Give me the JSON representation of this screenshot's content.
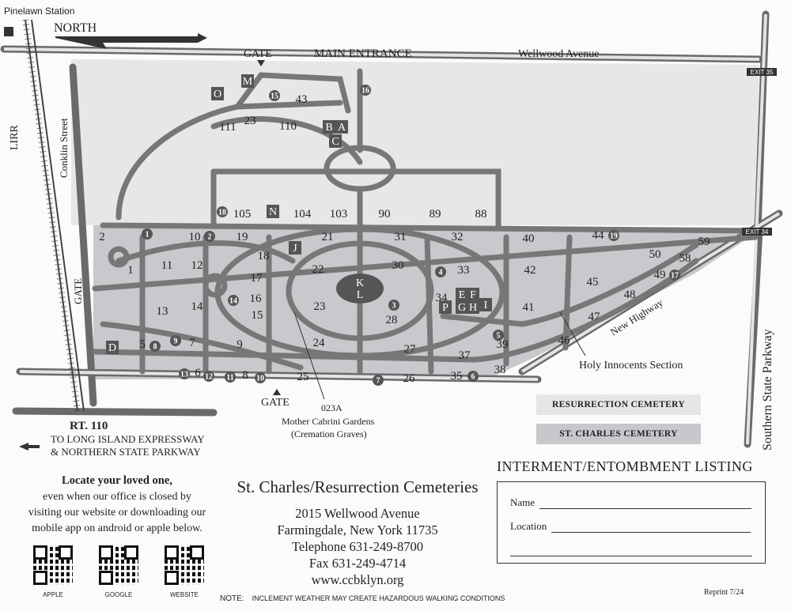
{
  "title": "St. Charles/Resurrection Cemeteries",
  "address": {
    "street": "2015 Wellwood Avenue",
    "city": "Farmingdale, New York 11735",
    "telephone": "Telephone 631-249-8700",
    "fax": "Fax 631-249-4714",
    "website": "www.ccbklyn.org"
  },
  "locate": {
    "heading": "Locate your loved one,",
    "line1": "even when our office is closed by",
    "line2": "visiting our website or downloading our",
    "line3": "mobile app on android or apple below."
  },
  "qr_codes": [
    "APPLE",
    "GOOGLE",
    "WEBSITE"
  ],
  "listing": {
    "heading": "INTERMENT/ENTOMBMENT LISTING",
    "name_label": "Name",
    "location_label": "Location"
  },
  "note": {
    "label": "NOTE:",
    "text": "INCLEMENT WEATHER MAY CREATE HAZARDOUS WALKING CONDITIONS"
  },
  "reprint": "Reprint 7/24",
  "legend": {
    "resurrection": "RESURRECTION CEMETERY",
    "st_charles": "ST. CHARLES CEMETERY",
    "colors": {
      "resurrection": "#e6e6e9",
      "st_charles": "#c7c7cc"
    }
  },
  "map_labels": {
    "pinelawn": "Pinelawn Station",
    "north": "NORTH",
    "gate": "GATE",
    "main_entrance": "MAIN ENTRANCE",
    "wellwood": "Wellwood Avenue",
    "exit35": "EXIT 35",
    "exit34": "EXIT 34",
    "lirr": "LIRR",
    "conklin": "Conklin Street",
    "rt110": "RT. 110",
    "rt110_line1": "TO LONG ISLAND EXPRESSWAY",
    "rt110_line2": "& NORTHERN STATE PARKWAY",
    "southern": "Southern State Parkway",
    "new_highway": "New Highway",
    "holy_innocents": "Holy Innocents Section",
    "gardens_code": "023A",
    "gardens_name": "Mother Cabrini Gardens",
    "gardens_sub": "(Cremation Graves)"
  },
  "sections": [
    "111",
    "23",
    "110",
    "43",
    "105",
    "104",
    "103",
    "90",
    "89",
    "88",
    "2",
    "10",
    "19",
    "21",
    "31",
    "32",
    "40",
    "44",
    "1",
    "11",
    "12",
    "18",
    "22",
    "30",
    "33",
    "42",
    "50",
    "58",
    "59",
    "17",
    "45",
    "49",
    "13",
    "14",
    "16",
    "15",
    "23",
    "28",
    "34",
    "41",
    "48",
    "47",
    "46",
    "5",
    "7",
    "9",
    "24",
    "27",
    "37",
    "39",
    "6",
    "8",
    "25",
    "26",
    "35",
    "38"
  ],
  "lettered_sections": [
    "M",
    "O",
    "B",
    "A",
    "C",
    "N",
    "J",
    "K",
    "L",
    "E",
    "F",
    "P",
    "G",
    "H",
    "I",
    "D"
  ],
  "circled_sections": [
    "15",
    "16",
    "18",
    "1",
    "2",
    "19",
    "4",
    "3",
    "14",
    "9",
    "8",
    "5",
    "13",
    "12",
    "11",
    "10",
    "7",
    "6",
    "17"
  ]
}
